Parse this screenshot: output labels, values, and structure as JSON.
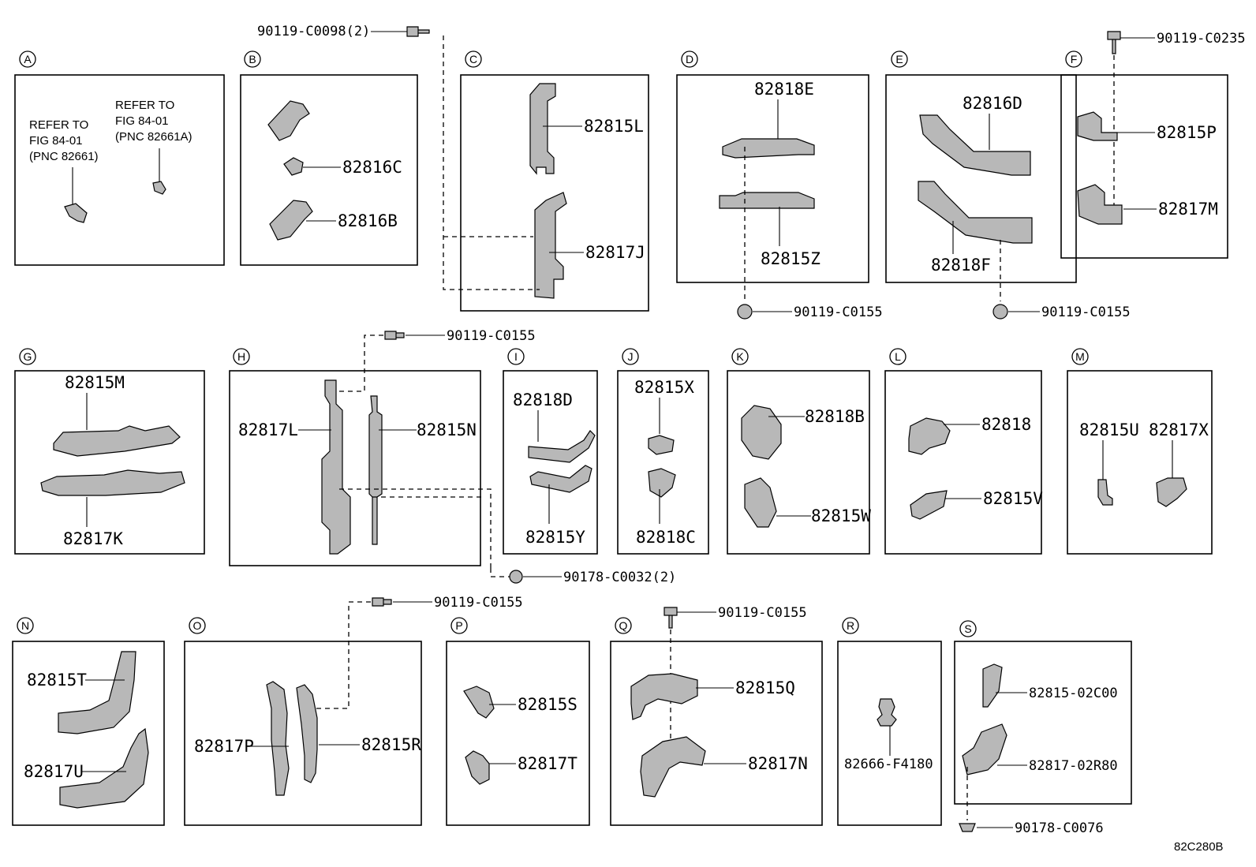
{
  "sections": [
    {
      "letter": "A",
      "notes": [
        "REFER TO",
        "FIG 84-01",
        "(PNC 82661)",
        "REFER TO",
        "FIG 84-01",
        "(PNC 82661A)"
      ]
    },
    {
      "letter": "B",
      "parts": [
        "82816C",
        "82816B"
      ]
    },
    {
      "letter": "C",
      "parts": [
        "82815L",
        "82817J"
      ]
    },
    {
      "letter": "D",
      "parts": [
        "82818E",
        "82815Z"
      ]
    },
    {
      "letter": "E",
      "parts": [
        "82816D",
        "82818F"
      ]
    },
    {
      "letter": "F",
      "parts": [
        "82815P",
        "82817M"
      ]
    },
    {
      "letter": "G",
      "parts": [
        "82815M",
        "82817K"
      ]
    },
    {
      "letter": "H",
      "parts": [
        "82817L",
        "82815N"
      ]
    },
    {
      "letter": "I",
      "parts": [
        "82818D",
        "82815Y"
      ]
    },
    {
      "letter": "J",
      "parts": [
        "82815X",
        "82818C"
      ]
    },
    {
      "letter": "K",
      "parts": [
        "82818B",
        "82815W"
      ]
    },
    {
      "letter": "L",
      "parts": [
        "82818",
        "82815V"
      ]
    },
    {
      "letter": "M",
      "parts": [
        "82815U",
        "82817X"
      ]
    },
    {
      "letter": "N",
      "parts": [
        "82815T",
        "82817U"
      ]
    },
    {
      "letter": "O",
      "parts": [
        "82817P",
        "82815R"
      ]
    },
    {
      "letter": "P",
      "parts": [
        "82815S",
        "82817T"
      ]
    },
    {
      "letter": "Q",
      "parts": [
        "82815Q",
        "82817N"
      ]
    },
    {
      "letter": "R",
      "parts": [
        "82666-F4180"
      ]
    },
    {
      "letter": "S",
      "parts": [
        "82815-02C00",
        "82817-02R80"
      ]
    }
  ],
  "fasteners": [
    "90119-C0098(2)",
    "90119-C0235",
    "90119-C0155",
    "90119-C0155",
    "90119-C0155",
    "90178-C0032(2)",
    "90119-C0155",
    "90119-C0155",
    "90178-C0076"
  ],
  "diagram_code": "82C280B"
}
